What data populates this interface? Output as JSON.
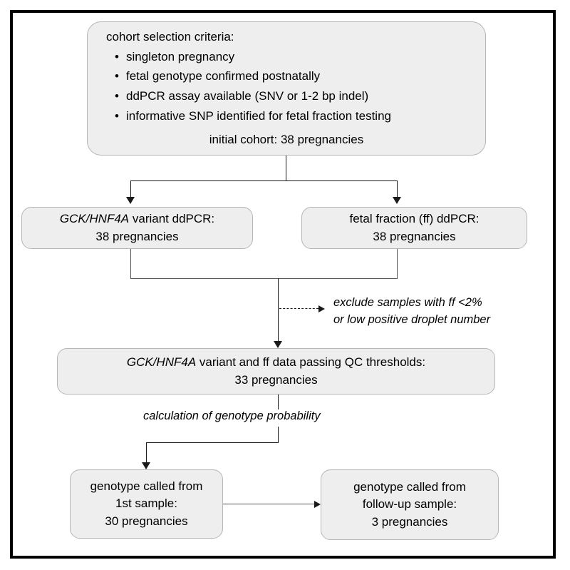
{
  "figure": {
    "type": "flowchart",
    "orientation": "top-to-bottom"
  },
  "boxes": {
    "criteria": {
      "heading": "cohort selection criteria:",
      "bullet_glyph": "•",
      "items": [
        "singleton pregnancy",
        "fetal genotype confirmed postnatally",
        "ddPCR assay available (SNV or 1-2 bp indel)",
        "informative SNP identified for fetal fraction testing"
      ],
      "footer": "initial cohort: 38 pregnancies"
    },
    "variant_ddpcr": {
      "title_italic": "GCK/HNF4A",
      "title_rest": " variant ddPCR:",
      "count": "38 pregnancies"
    },
    "fetal_fraction_ddpcr": {
      "title": "fetal fraction (ff) ddPCR:",
      "count": "38 pregnancies"
    },
    "qc_passing": {
      "title_italic": "GCK/HNF4A",
      "title_rest": " variant and ff data passing QC thresholds:",
      "count": "33 pregnancies"
    },
    "genotype_first_sample": {
      "line1": "genotype called from",
      "line2": "1st sample:",
      "count": "30 pregnancies"
    },
    "genotype_followup_sample": {
      "line1": "genotype called from",
      "line2": "follow-up sample:",
      "count": "3 pregnancies"
    }
  },
  "annotations": {
    "exclude_note_line1": "exclude samples with ff <2%",
    "exclude_note_line2": "or low positive droplet number",
    "calculation_label": "calculation of genotype probability"
  },
  "colors": {
    "box_fill": "#eeeeee",
    "box_border": "#b6b6b6",
    "connector": "#1a1a1a",
    "frame": "#000000",
    "background": "#ffffff"
  }
}
